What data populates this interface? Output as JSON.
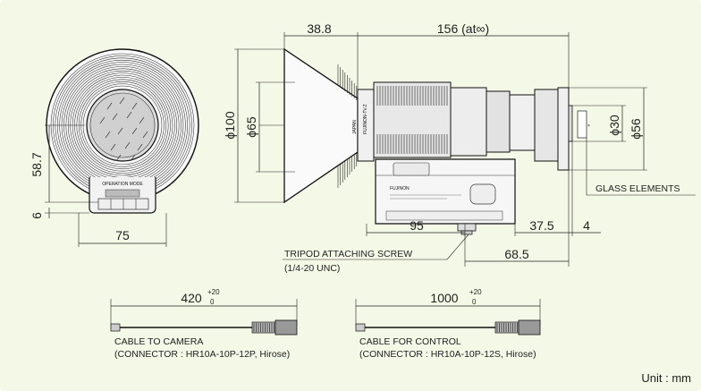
{
  "dimensions": {
    "front_width": "75",
    "front_height": "58.7",
    "front_base": "6",
    "side_hood_length": "38.8",
    "overall_length": "156 (at∞)",
    "hood_dia": "ϕ100",
    "front_dia": "ϕ65",
    "rear_dia_30": "ϕ30",
    "rear_dia_56": "ϕ56",
    "mount_offset": "95",
    "rear_offset": "37.5",
    "rear_small": "4",
    "screw_offset": "68.5"
  },
  "labels": {
    "glass": "GLASS ELEMENTS",
    "tripod": "TRIPOD ATTACHING SCREW",
    "tripod_spec": "(1/4-20 UNC)",
    "cam_len": "420",
    "cam_tol_plus": "+20",
    "cam_tol_minus": "0",
    "ctrl_len": "1000",
    "ctrl_tol_plus": "+20",
    "ctrl_tol_minus": "0",
    "cam_title": "CABLE TO CAMERA",
    "cam_conn": "(CONNECTOR : HR10A-10P-12P, Hirose)",
    "ctrl_title": "CABLE FOR CONTROL",
    "ctrl_conn": "(CONNECTOR : HR10A-10P-12S, Hirose)",
    "unit": "Unit : mm",
    "brand": "FUJINON",
    "brand_side": "FUJINON-TV.Z",
    "japan": "JAPAN",
    "op_mode": "OPERATION MODE"
  },
  "colors": {
    "background": "#f4f8e6",
    "line": "#111111",
    "dim": "#222222"
  }
}
